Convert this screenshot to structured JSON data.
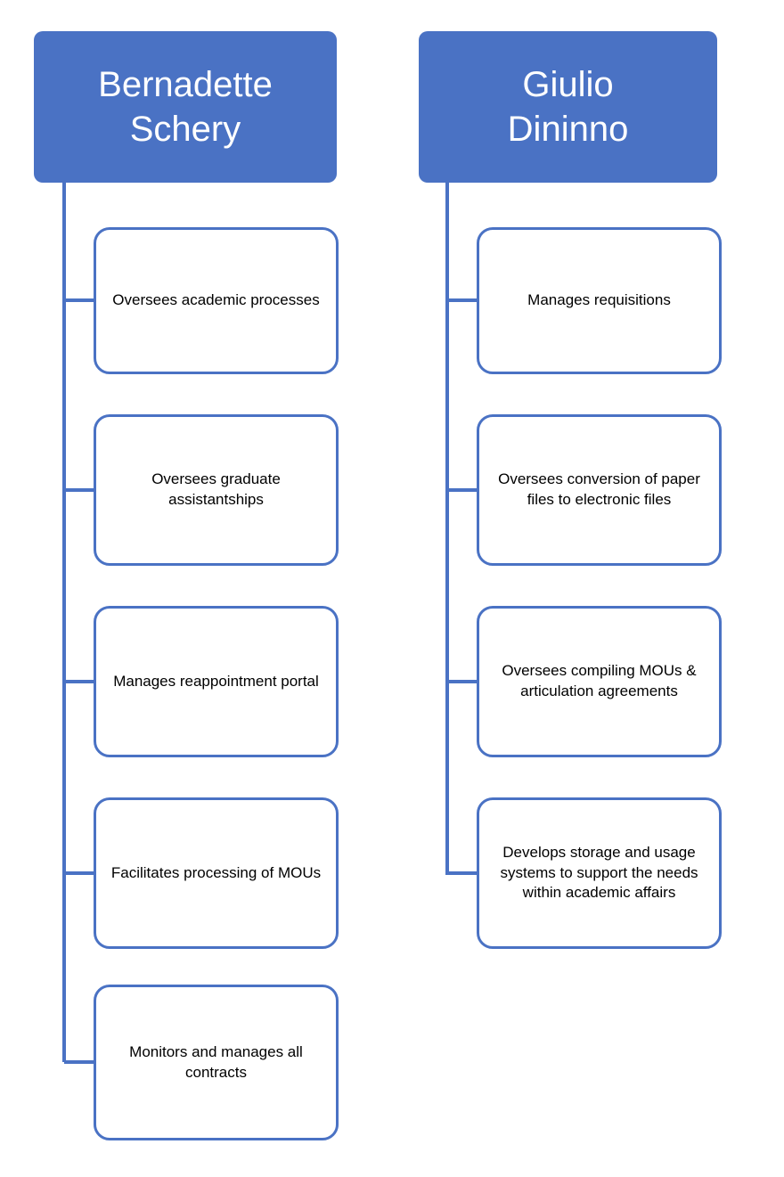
{
  "diagram": {
    "type": "org-chart",
    "accent_color": "#4a72c4",
    "columns": [
      {
        "header": "Bernadette Schery",
        "items": [
          "Oversees academic processes",
          "Oversees graduate assistantships",
          "Manages reappointment portal",
          "Facilitates processing of MOUs",
          "Monitors and manages all contracts"
        ]
      },
      {
        "header": "Giulio Dininno",
        "items": [
          "Manages requisitions",
          "Oversees conversion of paper files to electronic files",
          "Oversees compiling MOUs & articulation agreements",
          "Develops storage and usage systems to support the needs within academic affairs"
        ]
      }
    ]
  }
}
